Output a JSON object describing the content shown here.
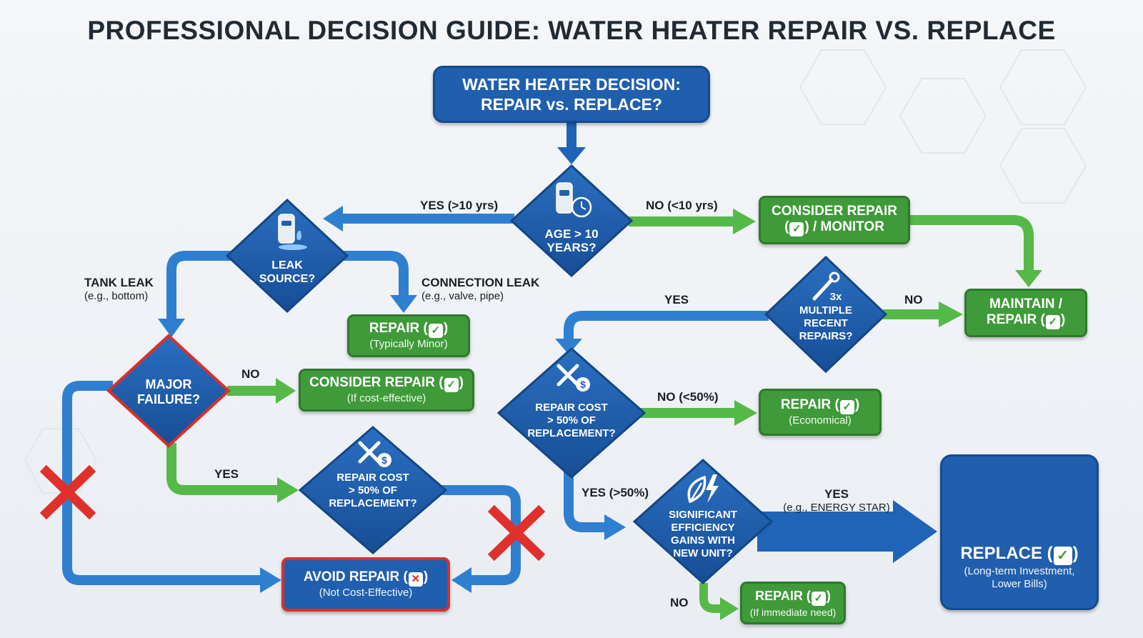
{
  "title": "PROFESSIONAL DECISION GUIDE: WATER HEATER REPAIR VS. REPLACE",
  "colors": {
    "blue": "#1f5fae",
    "green": "#3f9a39",
    "red": "#d8302b",
    "arrow_blue": "#2f7fd1",
    "arrow_green": "#55b947"
  },
  "start": {
    "line1": "WATER HEATER DECISION:",
    "line2": "REPAIR vs. REPLACE?"
  },
  "decisions": {
    "age": {
      "line1": "AGE > 10",
      "line2": "YEARS?",
      "icon": "water-heater-clock-icon"
    },
    "leak": {
      "line1": "LEAK",
      "line2": "SOURCE?",
      "icon": "water-heater-leak-icon"
    },
    "major": {
      "line1": "MAJOR",
      "line2": "FAILURE?"
    },
    "cost_left": {
      "line1": "REPAIR COST",
      "line2": "> 50% OF",
      "line3": "REPLACEMENT?",
      "icon": "wrench-dollar-icon"
    },
    "multiple": {
      "badge": "3x",
      "line1": "MULTIPLE",
      "line2": "RECENT",
      "line3": "REPAIRS?",
      "icon": "wrench-icon"
    },
    "cost_right": {
      "line1": "REPAIR COST",
      "line2": "> 50% OF",
      "line3": "REPLACEMENT?",
      "icon": "wrench-dollar-icon"
    },
    "efficiency": {
      "line1": "SIGNIFICANT",
      "line2": "EFFICIENCY",
      "line3": "GAINS WITH",
      "line4": "NEW UNIT?",
      "icon": "leaf-bolt-icon"
    }
  },
  "outcomes": {
    "consider_monitor": {
      "line1": "CONSIDER REPAIR",
      "line2_pre": "(",
      "line2_post": ") / MONITOR"
    },
    "maintain": {
      "line1": "MAINTAIN /",
      "line2_pre": "REPAIR (",
      "line2_post": ")"
    },
    "repair_minor": {
      "pre": "REPAIR (",
      "post": ")",
      "sub": "(Typically Minor)"
    },
    "consider_cost": {
      "pre": "CONSIDER REPAIR (",
      "post": ")",
      "sub": "(If cost-effective)"
    },
    "repair_economical": {
      "pre": "REPAIR (",
      "post": ")",
      "sub": "(Economical)"
    },
    "avoid": {
      "pre": "AVOID REPAIR (",
      "post": ")",
      "sub": "(Not Cost-Effective)"
    },
    "repair_immediate": {
      "pre": "REPAIR (",
      "post": ")",
      "sub": "(If immediate need)"
    },
    "replace": {
      "pre": "REPLACE (",
      "post": ")",
      "sub1": "(Long-term Investment,",
      "sub2": "Lower Bills)"
    }
  },
  "edge_labels": {
    "age_yes": "YES (>10 yrs)",
    "age_no": "NO (<10 yrs)",
    "tank_leak": "TANK LEAK",
    "tank_leak_sub": "(e.g., bottom)",
    "connection_leak": "CONNECTION LEAK",
    "connection_leak_sub": "(e.g., valve, pipe)",
    "major_no": "NO",
    "major_yes": "YES",
    "multiple_yes": "YES",
    "multiple_no": "NO",
    "cost_no": "NO (<50%)",
    "cost_yes": "YES (>50%)",
    "eff_yes": "YES",
    "eff_yes_sub": "(e.g., ENERGY STAR)",
    "eff_no": "NO"
  },
  "symbols": {
    "check": "✓",
    "cross": "✕"
  }
}
